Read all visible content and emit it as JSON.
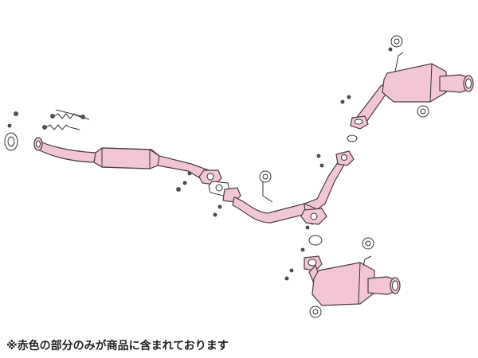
{
  "figure": {
    "caption": "※赤色の部分のみが商品に含まれております",
    "part_color": "#f3c6d6",
    "outline_color": "#4a3a40",
    "icons": [
      "exhaust-pipe",
      "muffler",
      "tail-pipe",
      "gasket",
      "bolt",
      "nut",
      "spring",
      "rubber-hanger"
    ]
  }
}
